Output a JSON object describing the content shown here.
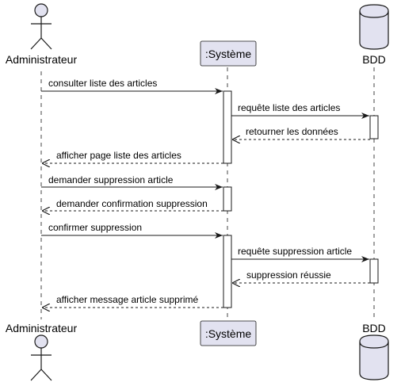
{
  "participants": {
    "admin": {
      "name": "Administrateur",
      "kind": "actor"
    },
    "system": {
      "name": ":Système",
      "kind": "participant"
    },
    "db": {
      "name": "BDD",
      "kind": "database"
    }
  },
  "messages": [
    {
      "from": "admin",
      "to": "system",
      "text": "consulter liste des articles",
      "style": "solid"
    },
    {
      "from": "system",
      "to": "db",
      "text": "requête liste des articles",
      "style": "solid"
    },
    {
      "from": "db",
      "to": "system",
      "text": "retourner les données",
      "style": "dashed"
    },
    {
      "from": "system",
      "to": "admin",
      "text": "afficher page liste des articles",
      "style": "dashed"
    },
    {
      "from": "admin",
      "to": "system",
      "text": "demander suppression article",
      "style": "solid"
    },
    {
      "from": "system",
      "to": "admin",
      "text": "demander confirmation suppression",
      "style": "dashed"
    },
    {
      "from": "admin",
      "to": "system",
      "text": "confirmer suppression",
      "style": "solid"
    },
    {
      "from": "system",
      "to": "db",
      "text": "requête suppression article",
      "style": "solid"
    },
    {
      "from": "db",
      "to": "system",
      "text": "suppression réussie",
      "style": "dashed"
    },
    {
      "from": "system",
      "to": "admin",
      "text": "afficher message article supprimé",
      "style": "dashed"
    }
  ],
  "colors": {
    "fill": "#E2E2F0",
    "stroke": "#181818",
    "lifeline": "#181818"
  }
}
